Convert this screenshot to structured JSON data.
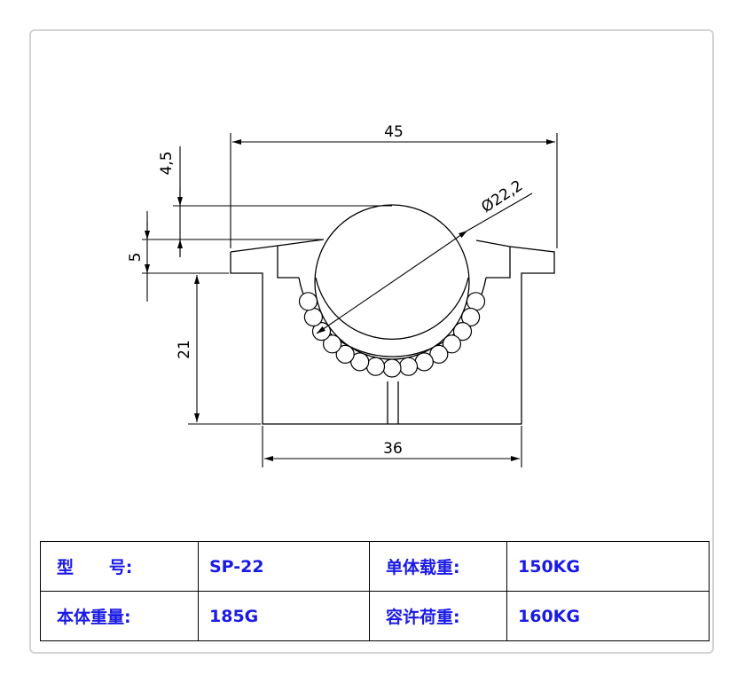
{
  "drawing": {
    "dimensions": {
      "overall_width": "45",
      "base_width": "36",
      "ball_diameter": "Ø22,2",
      "ball_protrusion": "4,5",
      "flange_height": "5",
      "body_height": "21"
    }
  },
  "spec_table": {
    "rows": [
      {
        "label1": "型      号:",
        "value1": "SP-22",
        "label2": "单体载重:",
        "value2": "150KG"
      },
      {
        "label1": "本体重量:",
        "value1": "185G",
        "label2": "容许荷重:",
        "value2": "160KG"
      }
    ]
  },
  "colors": {
    "table_text": "#1a1ae6",
    "line": "#000000",
    "border": "#d4d4d4"
  }
}
